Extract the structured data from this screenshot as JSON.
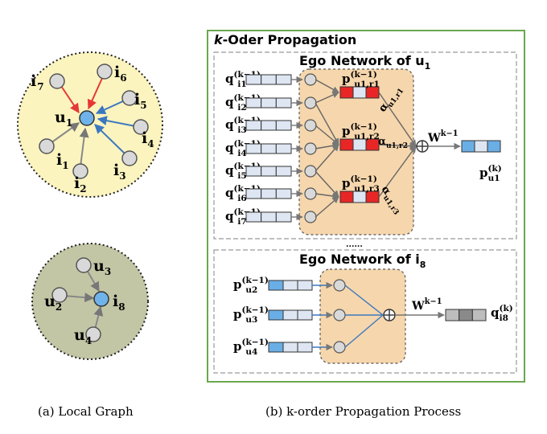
{
  "colors": {
    "local_top_fill": "#fbf4bf",
    "local_bottom_fill": "#c3c6a5",
    "panel_border": "#6aa84f",
    "ego_fill": "#f6d6ac",
    "node_fill": "#d9d9d9",
    "highlight_node": "#6fb3ea",
    "red_edge": "#e53935",
    "blue_edge": "#3c78c0",
    "gray_edge": "#888888",
    "vec_red": "#e82626",
    "vec_blue": "#6aaee6",
    "vec_gray": "#bdbdbd",
    "vec_light": "#dde6f2"
  },
  "local_graph": {
    "top_center": "u1",
    "top_neighbors": [
      "i7",
      "i6",
      "i5",
      "i4",
      "i1",
      "i2",
      "i3"
    ],
    "bottom_center": "i8",
    "bottom_neighbors": [
      "u3",
      "u2",
      "u4"
    ]
  },
  "panel": {
    "title": "k-Oder Propagation",
    "ego_top_title": "Ego Network of u",
    "ego_top_title_sub": "1",
    "ego_bottom_title": "Ego Network of i",
    "ego_bottom_title_sub": "8",
    "dots": "......",
    "top_inputs": [
      "1",
      "2",
      "3",
      "4",
      "5",
      "6",
      "7"
    ],
    "relations": [
      "r1",
      "r2",
      "r3"
    ],
    "bottom_inputs": [
      "2",
      "3",
      "4"
    ],
    "weight": "W",
    "weight_sup": "k−1",
    "layer_sup": "(k−1)",
    "out_sup": "(k)"
  },
  "captions": {
    "a": "(a)  Local Graph",
    "b": "(b)  k-order Propagation Process"
  }
}
